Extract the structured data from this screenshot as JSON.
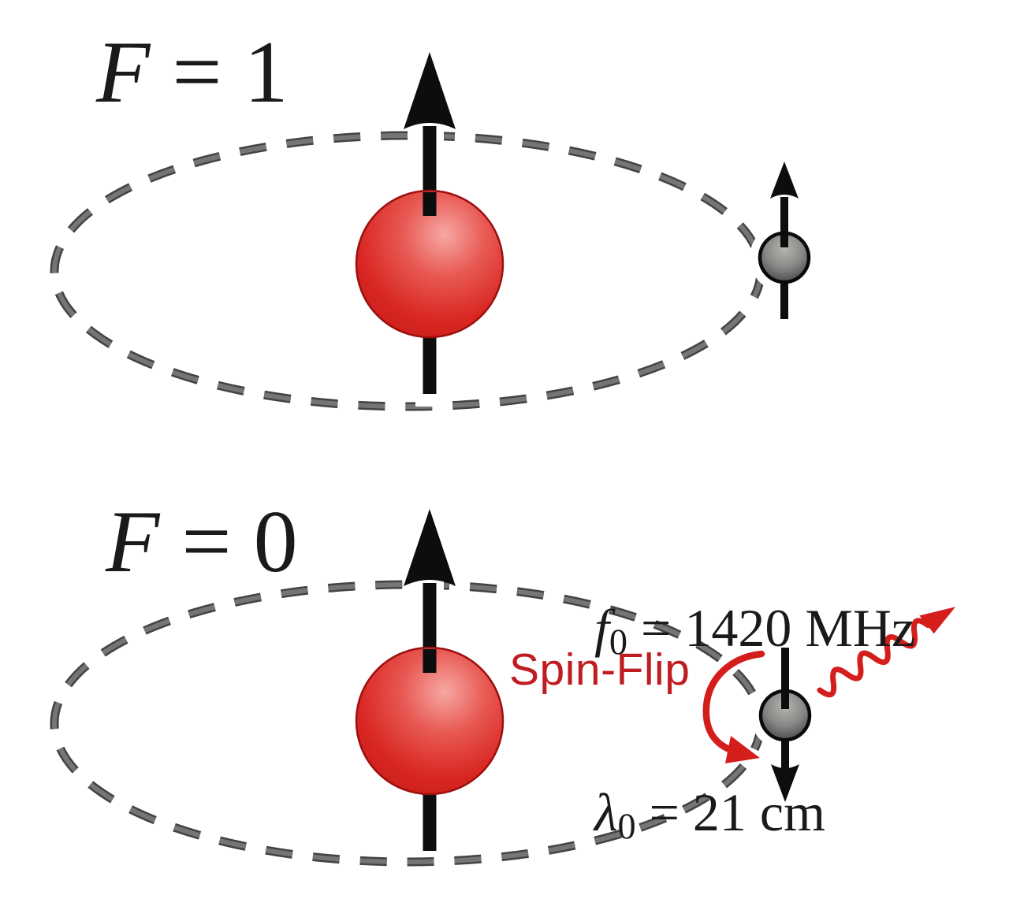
{
  "top": {
    "state_label": {
      "symbol": "F",
      "rest": " = 1"
    }
  },
  "bottom": {
    "state_label": {
      "symbol": "F",
      "rest": " = 0"
    },
    "frequency": {
      "symbol": "f",
      "subscript": "0",
      "rest": " = 1420 MHz"
    },
    "wavelength": {
      "symbol": "λ",
      "subscript": "0",
      "rest": " = 21 cm"
    },
    "spin_flip": "Spin-Flip"
  },
  "icons": {
    "proton": "red-sphere",
    "electron": "gray-sphere",
    "spin_up": "up-arrow",
    "spin_down": "down-arrow",
    "orbit": "dashed-ellipse",
    "spin_flip": "curved-red-arrow",
    "photon": "wavy-red-arrow"
  },
  "colors": {
    "background": "#ffffff",
    "text": "#1a1a1a",
    "orbit_gray": "#555555",
    "proton_red": "#d92723",
    "electron_gray": "#8a8886",
    "accent_red": "#d41e1c",
    "spin_flip_text_red": "#c01d22",
    "arrow_black": "#0d0d0d"
  }
}
